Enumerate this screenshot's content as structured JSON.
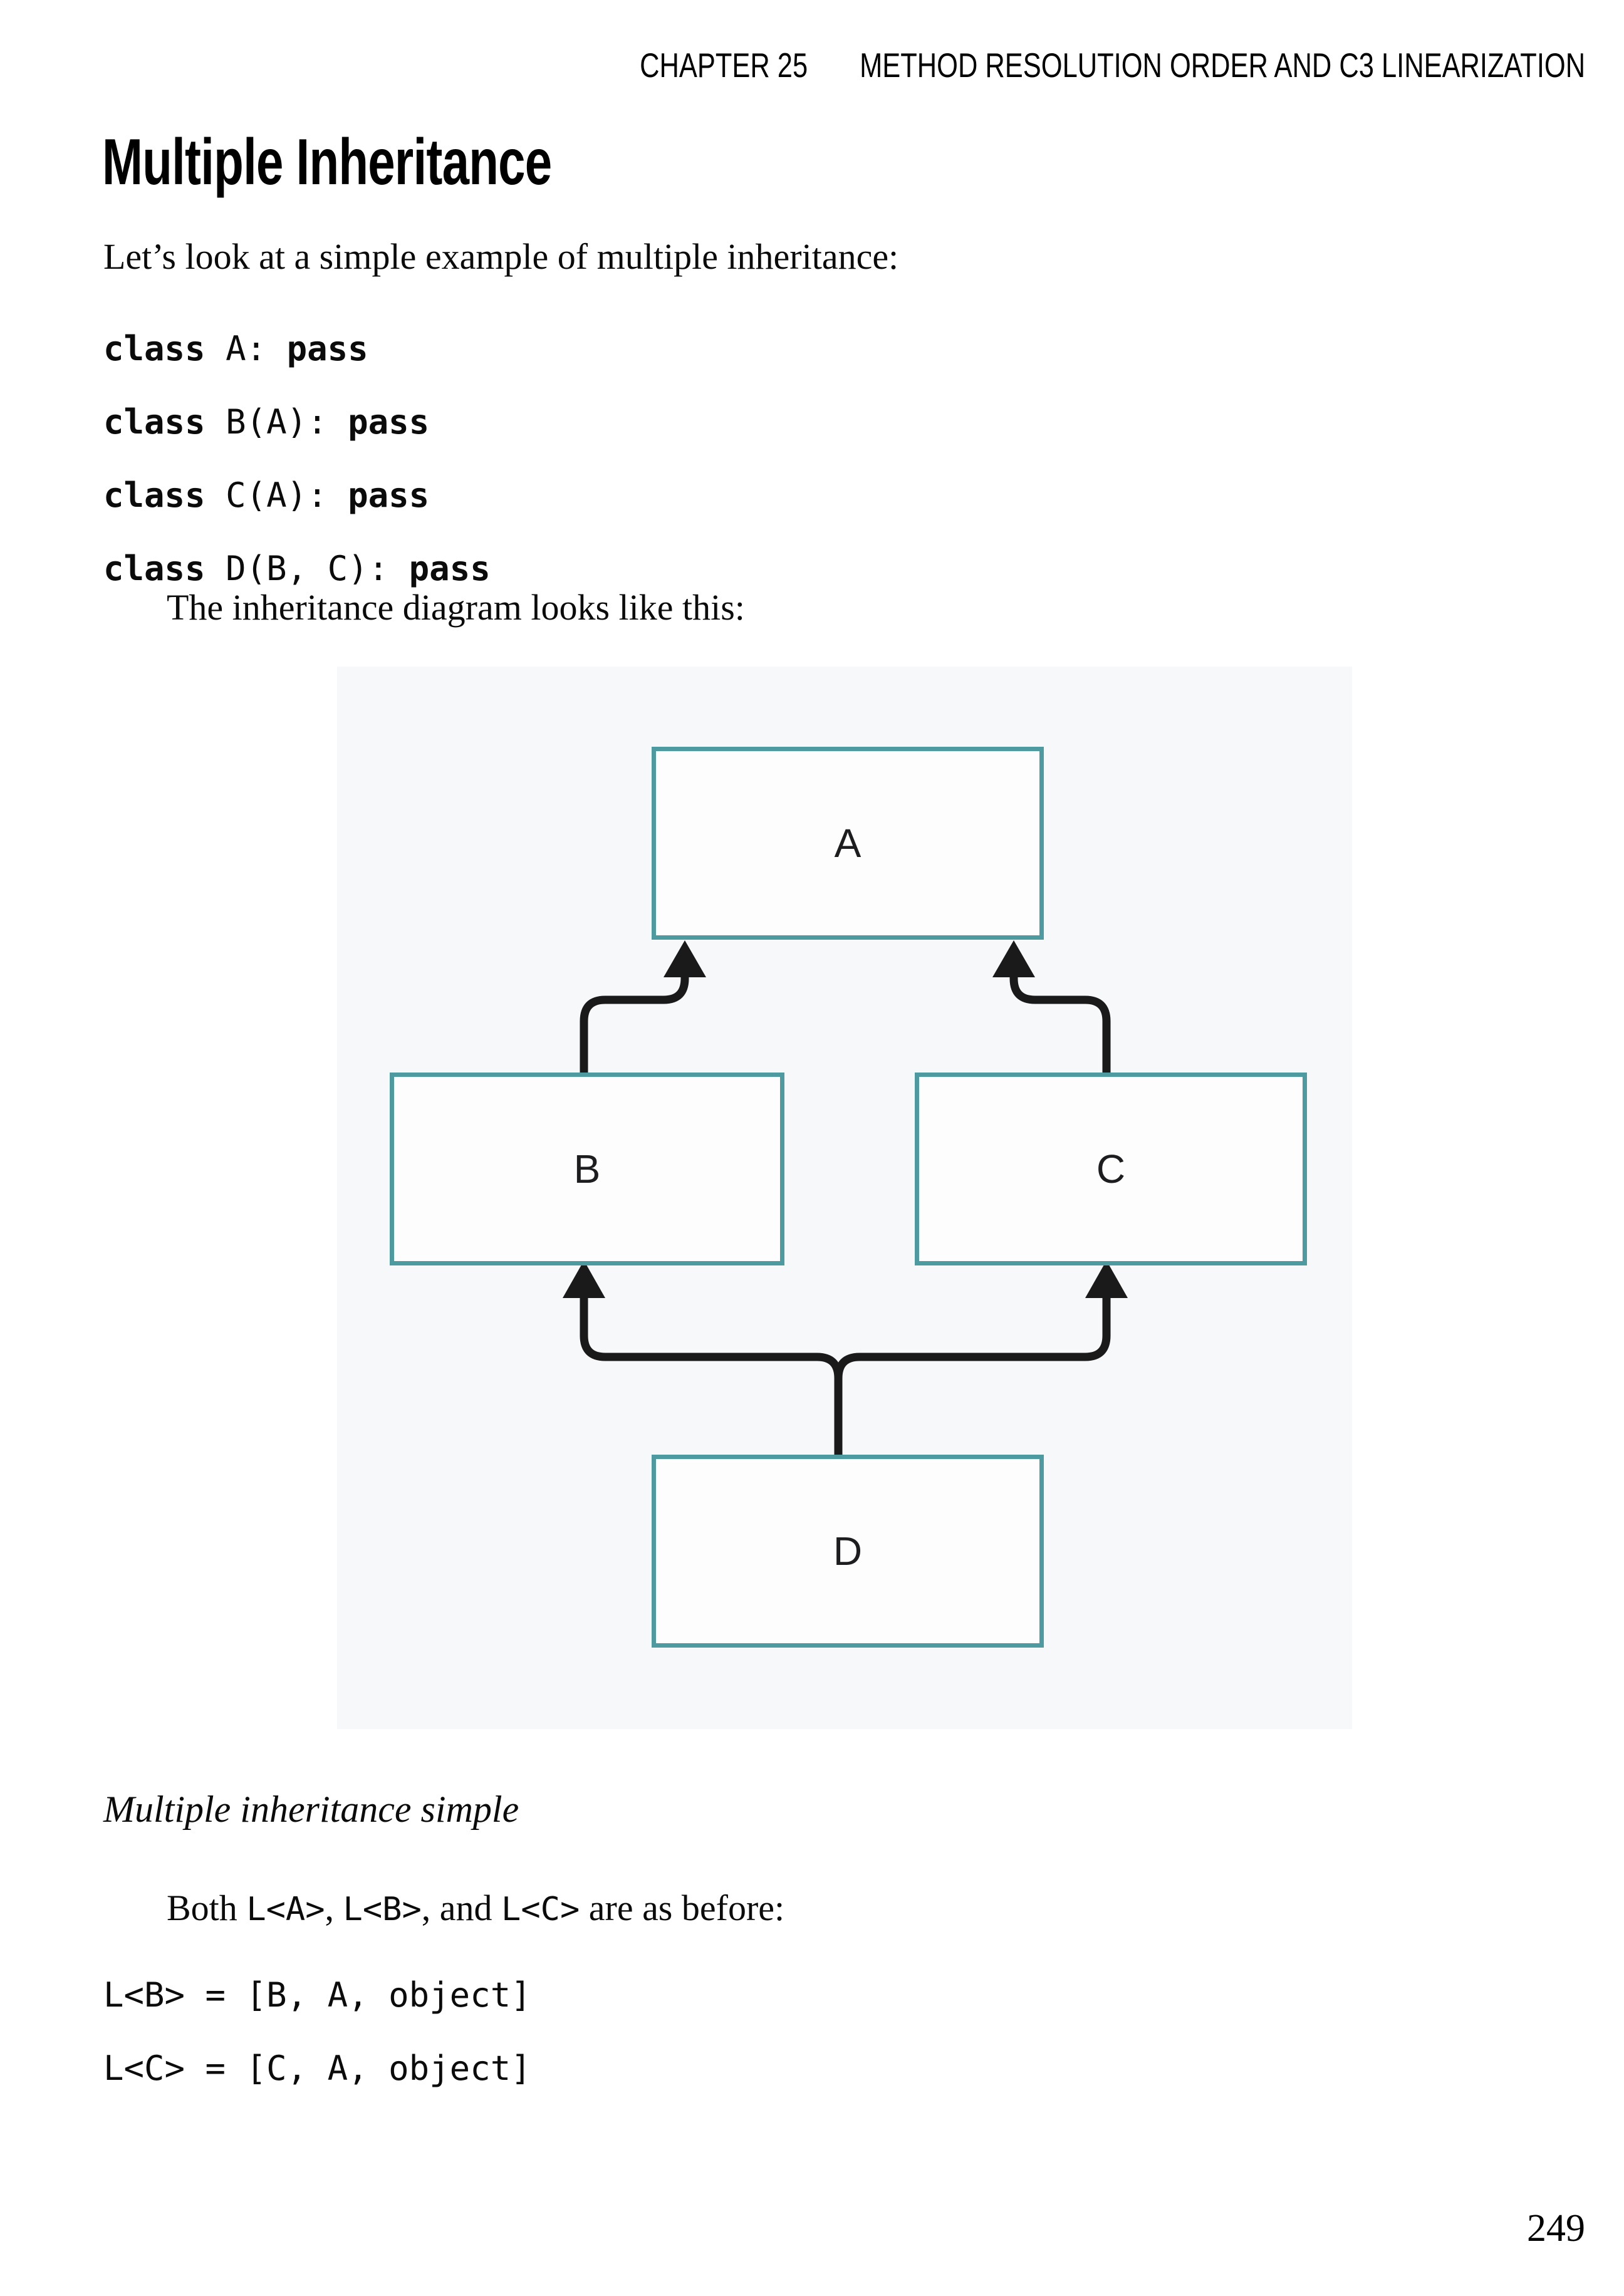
{
  "header": {
    "chapter": "CHAPTER 25",
    "book_section": "METHOD RESOLUTION ORDER AND C3 LINEARIZATION"
  },
  "section": {
    "title": "Multiple Inheritance"
  },
  "paragraphs": {
    "intro": "Let’s look at a simple example of multiple inheritance:",
    "diagram_lead": "The inheritance diagram looks like this:",
    "both": {
      "t1": "Both ",
      "c1": "L<A>",
      "t2": ", ",
      "c2": "L<B>",
      "t3": ", and ",
      "c3": "L<C>",
      "t4": " are as before:"
    }
  },
  "code_block_1": {
    "lines": [
      {
        "kw1": "class",
        "mid": " A: ",
        "kw2": "pass"
      },
      {
        "kw1": "class",
        "mid": " B(A): ",
        "kw2": "pass"
      },
      {
        "kw1": "class",
        "mid": " C(A): ",
        "kw2": "pass"
      },
      {
        "kw1": "class",
        "mid": " D(B, C): ",
        "kw2": "pass"
      }
    ]
  },
  "code_block_2": {
    "lines": [
      "L<B> = [B, A, object]",
      "L<C> = [C, A, object]"
    ]
  },
  "figure": {
    "caption": "Multiple inheritance simple",
    "panel_background": "#f7f8fa",
    "node_border_color": "#4d9aa0",
    "node_fill_color": "#fdfdfe",
    "arrow_color": "#1a1a1a",
    "nodes": [
      {
        "label": "A"
      },
      {
        "label": "B"
      },
      {
        "label": "C"
      },
      {
        "label": "D"
      }
    ],
    "edges": [
      {
        "from": "B",
        "to": "A"
      },
      {
        "from": "C",
        "to": "A"
      },
      {
        "from": "D",
        "to": "B"
      },
      {
        "from": "D",
        "to": "C"
      }
    ]
  },
  "page": {
    "number": "249"
  }
}
